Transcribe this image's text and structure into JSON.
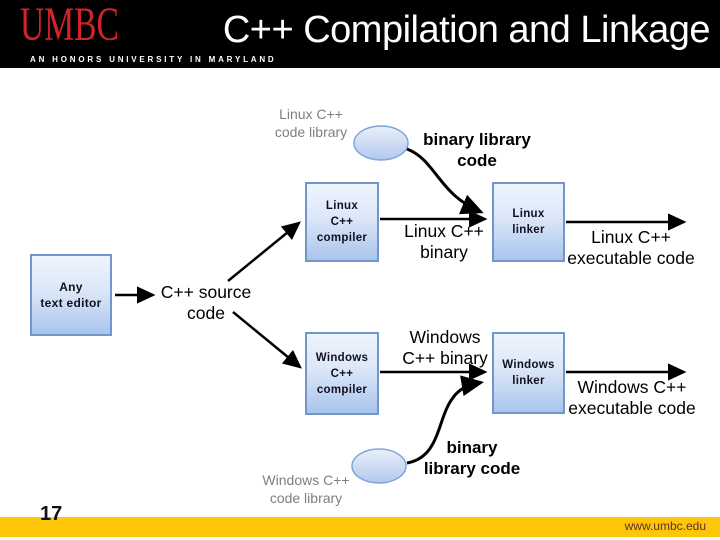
{
  "header": {
    "logo_text": "UMBC",
    "logo_tagline": "AN HONORS UNIVERSITY IN MARYLAND",
    "title": "C++ Compilation and Linkage"
  },
  "footer": {
    "page_number": "17",
    "url": "www.umbc.edu"
  },
  "colors": {
    "header_bg": "#000000",
    "logo_red": "#d2232a",
    "accent_yellow": "#fdc609",
    "box_border": "#7096cc",
    "box_fill_top": "#eef4fc",
    "box_fill_bottom": "#a9c4ec",
    "ellipse_stroke": "#7ea6d8",
    "arrow_color": "#000000",
    "gray_label_color": "#7f7f7f",
    "footer_url_color": "#5e3032"
  },
  "diagram": {
    "boxes": {
      "editor": {
        "line1": "Any",
        "line2": "text editor"
      },
      "linux_compiler": {
        "line1": "Linux",
        "line2": "C++",
        "line3": "compiler"
      },
      "linux_linker": {
        "line1": "Linux",
        "line2": "linker"
      },
      "windows_compiler": {
        "line1": "Windows",
        "line2": "C++",
        "line3": "compiler"
      },
      "windows_linker": {
        "line1": "Windows",
        "line2": "linker"
      }
    },
    "labels": {
      "linux_code_library": {
        "line1": "Linux C++",
        "line2": "code library"
      },
      "binary_library_top": {
        "line1": "binary library",
        "line2": "code"
      },
      "cpp_source": {
        "line1": "C++ source",
        "line2": "code"
      },
      "linux_binary": {
        "line1": "Linux C++",
        "line2": "binary"
      },
      "linux_executable": {
        "line1": "Linux C++",
        "line2": "executable code"
      },
      "windows_binary": {
        "line1": "Windows",
        "line2": "C++ binary"
      },
      "windows_executable": {
        "line1": "Windows C++",
        "line2": "executable code"
      },
      "binary_library_bottom": {
        "line1": "binary",
        "line2": "library code"
      },
      "windows_code_library": {
        "line1": "Windows C++",
        "line2": "code library"
      }
    }
  }
}
